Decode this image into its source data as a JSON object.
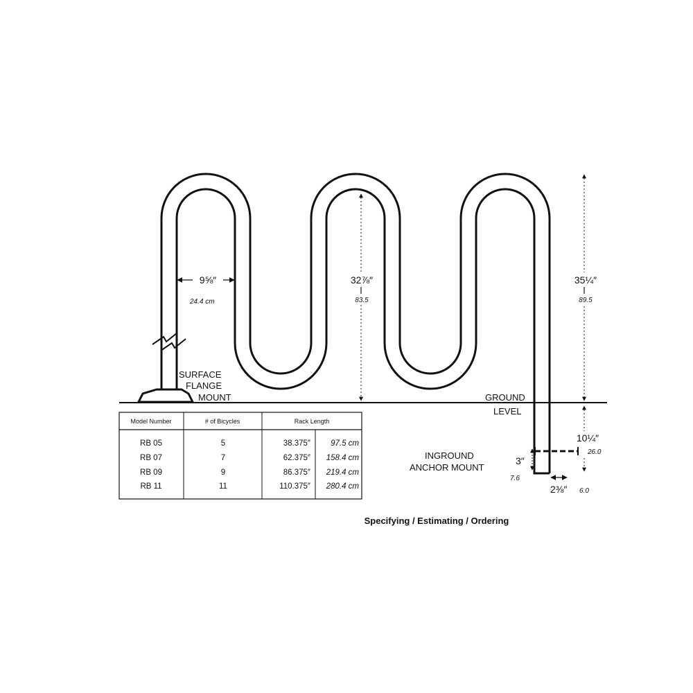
{
  "labels": {
    "surface_mount": [
      "SURFACE",
      "FLANGE",
      "MOUNT"
    ],
    "ground": [
      "GROUND",
      "LEVEL"
    ],
    "inground": [
      "INGROUND",
      "ANCHOR MOUNT"
    ],
    "caption": "Specifying / Estimating / Ordering"
  },
  "dimensions": {
    "spacing": {
      "imperial": "9⅝″",
      "metric": "24.4 cm"
    },
    "loop_height": {
      "imperial": "32⅞″",
      "metric": "83.5"
    },
    "total_height": {
      "imperial": "35¼″",
      "metric": "89.5"
    },
    "embed_depth": {
      "imperial": "10¼″",
      "metric": "26.0"
    },
    "anchor": {
      "imperial": "3″",
      "metric": "7.6"
    },
    "pipe_diameter": {
      "imperial": "2⅜″",
      "metric": "6.0"
    }
  },
  "table": {
    "headers": [
      "Model Number",
      "# of Bicycles",
      "Rack Length"
    ],
    "rows": [
      {
        "model": "RB 05",
        "bikes": "5",
        "length_in": "38.375″",
        "length_cm": "97.5 cm"
      },
      {
        "model": "RB 07",
        "bikes": "7",
        "length_in": "62.375″",
        "length_cm": "158.4 cm"
      },
      {
        "model": "RB 09",
        "bikes": "9",
        "length_in": "86.375″",
        "length_cm": "219.4 cm"
      },
      {
        "model": "RB 11",
        "bikes": "11",
        "length_in": "110.375″",
        "length_cm": "280.4 cm"
      }
    ]
  }
}
